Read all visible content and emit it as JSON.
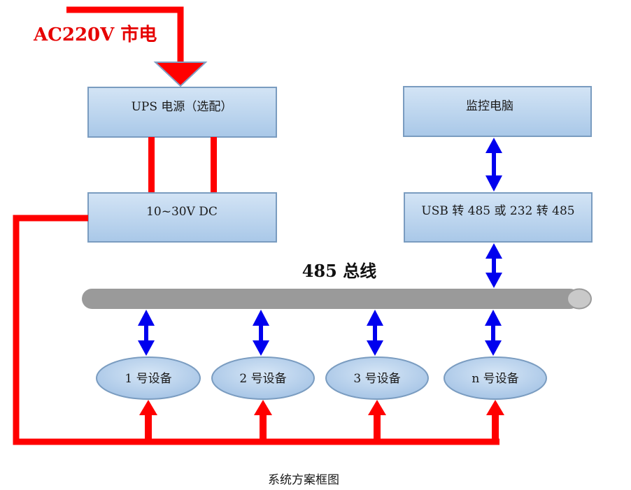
{
  "mains_label": "AC220V 市电",
  "boxes": {
    "ups": "UPS 电源（选配）",
    "dc": "10~30V DC",
    "pc": "监控电脑",
    "converter": "USB 转 485 或 232 转 485"
  },
  "bus_label": "485 总线",
  "devices": [
    "1 号设备",
    "2 号设备",
    "3 号设备",
    "n 号设备"
  ],
  "caption": "系统方案框图",
  "colors": {
    "power_line": "#ff0000",
    "data_arrow": "#0000ee",
    "box_fill": "#bcd6ee",
    "box_stroke": "#7a9cc0",
    "bus_fill": "#9a9a9a"
  }
}
